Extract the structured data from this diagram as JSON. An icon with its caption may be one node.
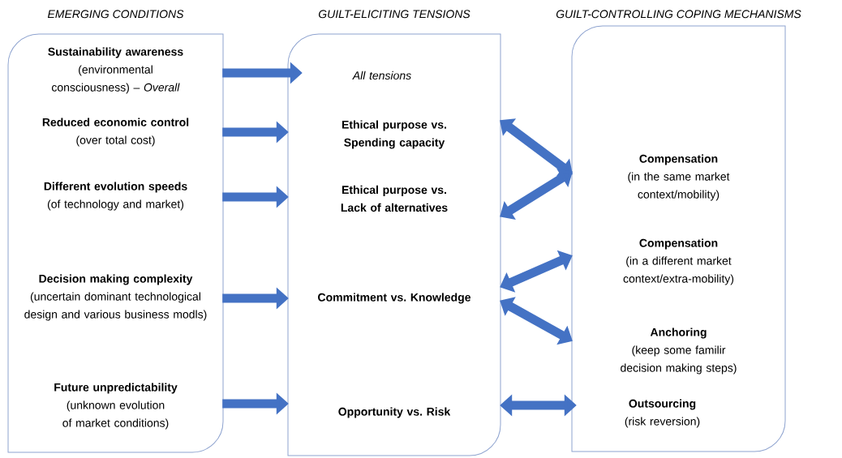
{
  "diagram": {
    "nodes": [
      {
        "text": [
          "EMERGING CONDITIONS"
        ]
      },
      {
        "text": [
          "GUILT-ELICITING TENSIONS"
        ]
      },
      {
        "text": [
          "GUILT-CONTROLLING COPING MECHANISMS"
        ]
      },
      {
        "text": [
          "Sustainability awareness",
          "(environmental consciousness) – *Overall*"
        ],
        "in": 0
      },
      {
        "text": [
          "Reduced economic control",
          "(over total cost)"
        ],
        "in": 0
      },
      {
        "text": [
          "Different evolution speeds",
          "(of technology and market)"
        ],
        "in": 0
      },
      {
        "text": [
          "Decision making complexity",
          "(uncertain dominant technological design and various business modls)"
        ],
        "in": 0
      },
      {
        "text": [
          "Future unpredictability",
          "(unknown evolution of market conditions)"
        ],
        "in": 0
      },
      {
        "text": [
          "All tensions"
        ],
        "in": 1
      },
      {
        "text": [
          "Ethical purpose vs. Spending capacity"
        ],
        "in": 1
      },
      {
        "text": [
          "Ethical purpose vs. Lack of alternatives"
        ],
        "in": 1
      },
      {
        "text": [
          "Commitment vs. Knowledge"
        ],
        "in": 1
      },
      {
        "text": [
          "Opportunity vs. Risk"
        ],
        "in": 1
      },
      {
        "text": [
          "Compensation",
          "(in the same market context/mobility)"
        ],
        "in": 2
      },
      {
        "text": [
          "Compensation",
          "(in a different market context/extra-mobility)"
        ],
        "in": 2
      },
      {
        "text": [
          "Anchoring",
          "(keep some familir decision making steps)"
        ],
        "in": 2
      },
      {
        "text": [
          "Outsourcing",
          "(risk reversion)"
        ],
        "in": 2
      }
    ],
    "edges": [
      {
        "from": 3,
        "to": 8,
        "arrow": "to"
      },
      {
        "from": 4,
        "to": 9,
        "arrow": "to"
      },
      {
        "from": 5,
        "to": 10,
        "arrow": "to"
      },
      {
        "from": 6,
        "to": 11,
        "arrow": "to"
      },
      {
        "from": 7,
        "to": 12,
        "arrow": "to"
      },
      {
        "from": 9,
        "to": 13,
        "arrow": "both"
      },
      {
        "from": 10,
        "to": 13,
        "arrow": "both"
      },
      {
        "from": 11,
        "to": 14,
        "arrow": "both"
      },
      {
        "from": 11,
        "to": 15,
        "arrow": "both"
      },
      {
        "from": 12,
        "to": 16,
        "arrow": "both"
      }
    ]
  }
}
